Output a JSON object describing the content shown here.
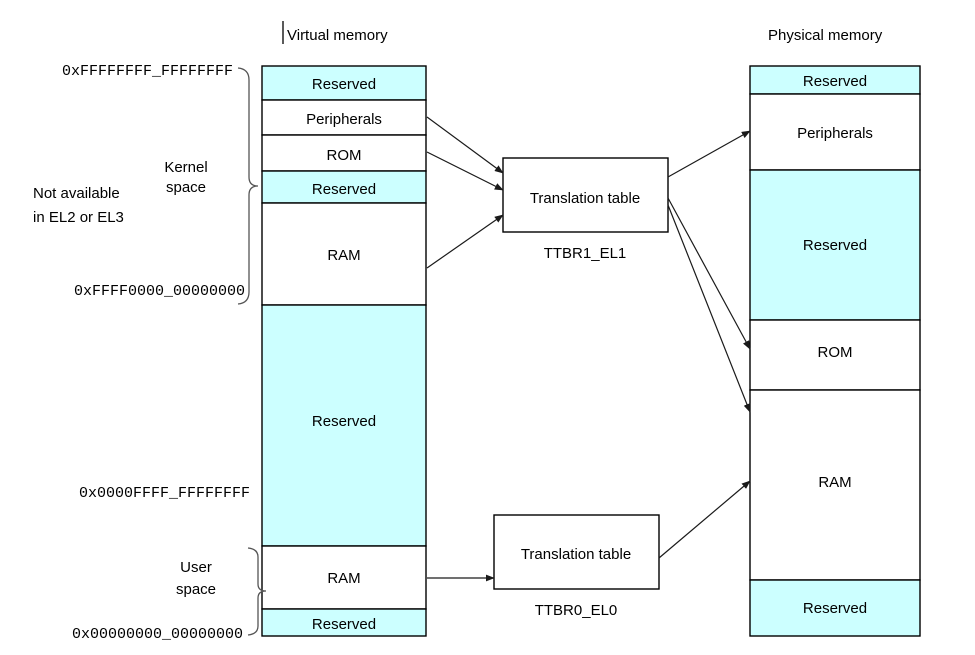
{
  "figure": {
    "kind": "memory-map-diagram",
    "colors": {
      "reserved_fill": "#CCFFFF",
      "normal_fill": "#FFFFFF",
      "stroke": "#000000",
      "brace_stroke": "#555555",
      "arrow_stroke": "#1A1A1A",
      "background": "#FFFFFF"
    }
  },
  "columns": {
    "virtual": {
      "title": "Virtual memory",
      "bands": [
        {
          "label": "Reserved",
          "fill": "#CCFFFF"
        },
        {
          "label": "Peripherals",
          "fill": "#FFFFFF"
        },
        {
          "label": "ROM",
          "fill": "#FFFFFF"
        },
        {
          "label": "Reserved",
          "fill": "#CCFFFF"
        },
        {
          "label": "RAM",
          "fill": "#FFFFFF"
        },
        {
          "label": "Reserved",
          "fill": "#CCFFFF"
        },
        {
          "label": "RAM",
          "fill": "#FFFFFF"
        },
        {
          "label": "Reserved",
          "fill": "#CCFFFF"
        }
      ]
    },
    "physical": {
      "title": "Physical memory",
      "bands": [
        {
          "label": "Reserved",
          "fill": "#CCFFFF"
        },
        {
          "label": "Peripherals",
          "fill": "#FFFFFF"
        },
        {
          "label": "Reserved",
          "fill": "#CCFFFF"
        },
        {
          "label": "ROM",
          "fill": "#FFFFFF"
        },
        {
          "label": "RAM",
          "fill": "#FFFFFF"
        },
        {
          "label": "Reserved",
          "fill": "#CCFFFF"
        }
      ]
    }
  },
  "addresses": [
    {
      "text": "0xFFFFFFFF_FFFFFFFF"
    },
    {
      "text": "0xFFFF0000_00000000"
    },
    {
      "text": "0x0000FFFF_FFFFFFFF"
    },
    {
      "text": "0x00000000_00000000"
    }
  ],
  "braces": [
    {
      "label_line1": "Kernel",
      "label_line2": "space"
    },
    {
      "label_line1": "User",
      "label_line2": "space"
    }
  ],
  "notes": [
    {
      "line1": "Not available",
      "line2": "in EL2 or EL3"
    }
  ],
  "translation_tables": [
    {
      "box_label": "Translation table",
      "caption": "TTBR1_EL1"
    },
    {
      "box_label": "Translation table",
      "caption": "TTBR0_EL0"
    }
  ]
}
